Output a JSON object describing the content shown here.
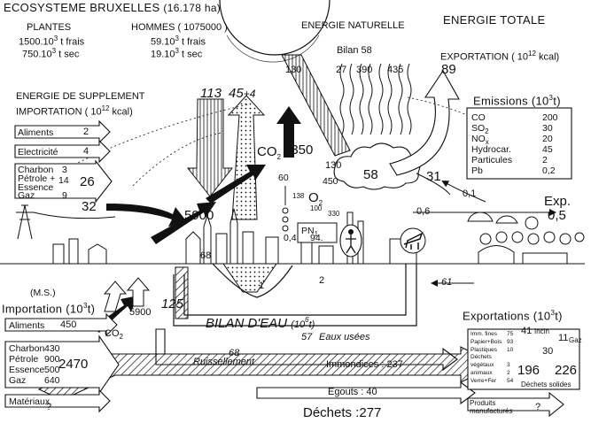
{
  "titles": {
    "ecosystem": "ECOSYSTEME  BRUXELLES",
    "ecosystem_area": "(16.178 ha)",
    "energie_naturelle": "ENERGIE NATURELLE",
    "energie_totale": "ENERGIE TOTALE",
    "energie_supplement": "ENERGIE DE SUPPLEMENT",
    "importation_kcal": "IMPORTATION ( 10",
    "importation_kcal_exp": "12",
    "importation_kcal_unit": "kcal)",
    "exportation_kcal": "EXPORTATION ( 10",
    "exportation_kcal_exp": "12",
    "exportation_kcal_unit": "kcal)",
    "bilan": "Bilan 58",
    "bilan_eau": "BILAN D'EAU",
    "bilan_eau_unit": "(10",
    "bilan_eau_exp": "6",
    "bilan_eau_unit2": "t)",
    "ms": "(M.S.)",
    "importation_t": "Importation (10",
    "importation_t_exp": "3",
    "importation_t_unit": "t)",
    "exportations_t": "Exportations (10",
    "exportations_t_exp": "3",
    "exportations_t_unit": "t)",
    "emissions": "Emissions (10",
    "emissions_exp": "3",
    "emissions_unit": "t)"
  },
  "plantes": {
    "label": "PLANTES",
    "frais": "1500.10",
    "frais_exp": "3",
    "frais_unit": "t  frais",
    "sec": "750.10",
    "sec_exp": "3",
    "sec_unit": "t  sec"
  },
  "hommes": {
    "label": "HOMMES ( 1075000 )",
    "frais": "59.10",
    "frais_exp": "3",
    "frais_unit": "t  frais",
    "sec": "19.10",
    "sec_exp": "3",
    "sec_unit": "t  sec"
  },
  "energy_import": [
    {
      "label": "Aliments",
      "value": "2"
    },
    {
      "label": "Electricité",
      "value": "4"
    }
  ],
  "fuel_import": {
    "rows": [
      {
        "label": "Charbon",
        "value": "3"
      },
      {
        "label": "Pétrole +",
        "value": "14"
      },
      {
        "label": "Essence",
        "value": ""
      },
      {
        "label": "Gaz",
        "value": "9"
      }
    ],
    "total": "26"
  },
  "flows": {
    "import_32": "32",
    "v5900_mid": "5900",
    "v113": "113",
    "v45": "45",
    "v45_plus": "+4",
    "co2": "CO",
    "co2_sub": "2",
    "v6350": "6350",
    "v130_top": "130",
    "v27": "27",
    "v390": "390",
    "v435": "435",
    "v130_low": "130",
    "v450": "450",
    "v58": "58",
    "v89": "89",
    "v31": "31",
    "v01": "0,1",
    "exp": "Exp.",
    "v06": "0,6",
    "v05": "0,5",
    "v60": "60",
    "v138": "138",
    "o2": "O",
    "o2_sub": "2",
    "v100": "100",
    "v330": "330",
    "pn": "PN",
    "pn_sub": "1",
    "v94": "94.",
    "v04": "0,4",
    "v68": "68",
    "v61": "61",
    "v1": "1",
    "v2": "2",
    "v125": "125",
    "v57": "57",
    "eaux_usees": "Eaux usées",
    "v68b": "68",
    "ruissellement": "Ruissellement",
    "co2_low": "CO",
    "co2_low_sub": "2",
    "v5900_low": "5900",
    "immondices": "Immondices : 237",
    "egouts": "Egouts :  40",
    "dechets": "Déchets :277"
  },
  "emissions_table": [
    {
      "label": "CO",
      "value": "200"
    },
    {
      "label": "SO",
      "sub": "2",
      "value": "30"
    },
    {
      "label": "NO",
      "sub": "x",
      "value": "20"
    },
    {
      "label": "Hydrocar.",
      "value": "45"
    },
    {
      "label": "Particules",
      "value": "2"
    },
    {
      "label": "Pb",
      "value": "0,2"
    }
  ],
  "material_import": {
    "aliments": {
      "label": "Aliments",
      "value": "450"
    },
    "fuels": [
      {
        "label": "Charbon",
        "value": "430"
      },
      {
        "label": "Pétrole",
        "value": "900"
      },
      {
        "label": "Essence",
        "value": "500"
      },
      {
        "label": "Gaz",
        "value": "640"
      }
    ],
    "fuel_total": "2470",
    "materiaux": "Matériaux",
    "materiaux_q": "?"
  },
  "exports": {
    "rows": [
      {
        "label": "Imm. fines",
        "value": "75"
      },
      {
        "label": "Papier+Bois",
        "value": "93"
      },
      {
        "label": "Plastiques",
        "value": "10"
      },
      {
        "label": "Déchets",
        "value": ""
      },
      {
        "label": "végétaux",
        "value": "3"
      },
      {
        "label": "animaux",
        "value": "2"
      },
      {
        "label": "Verre+Fer",
        "value": "54"
      }
    ],
    "v41": "41",
    "incin": "Incin",
    "v11": "11",
    "gaz": "Gaz",
    "v30": "30",
    "v196": "196",
    "v226": "226",
    "dechets_solides": "Déchets solides",
    "produits": "Produits",
    "manufactures": "manufacturés",
    "q": "?"
  }
}
